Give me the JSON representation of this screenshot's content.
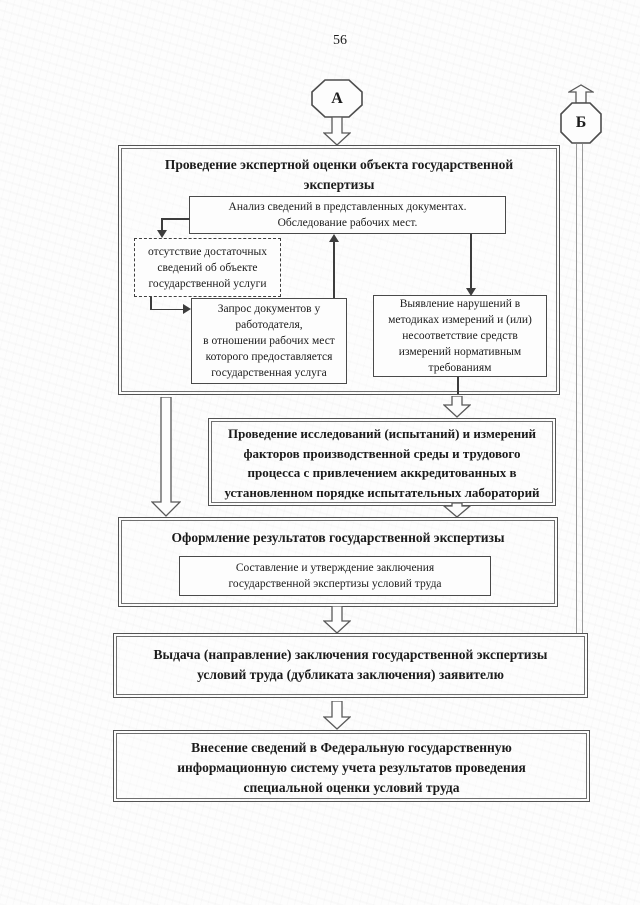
{
  "page": {
    "number": "56"
  },
  "colors": {
    "ink": "#1c1c1c",
    "box_border": "#545454",
    "connector": "#3d3d3d",
    "offpage_line": "#9a9a9a",
    "paper": "#fdfdfd"
  },
  "connectors": {
    "a_label": "А",
    "b_label": "Б"
  },
  "flow": {
    "expert_evaluation": {
      "title": "Проведение экспертной оценки объекта государственной\nэкспертизы",
      "analysis": "Анализ сведений в представленных документах.\nОбследование рабочих мест.",
      "insufficient_info": "отсутствие достаточных\nсведений об объекте\nгосударственной услуги",
      "document_request": "Запрос документов у\nработодателя,\nв отношении рабочих мест\nкоторого предоставляется\nгосударственная услуга",
      "violations": "Выявление нарушений в\nметодиках измерений и (или)\nнесоответствие средств\nизмерений нормативным\nтребованиям"
    },
    "research": "Проведение исследований (испытаний) и измерений\nфакторов производственной среды и трудового\nпроцесса с привлечением аккредитованных в\nустановленном порядке испытательных лабораторий",
    "results": {
      "title": "Оформление результатов государственной экспертизы",
      "conclusion": "Составление и утверждение заключения\nгосударственной экспертизы условий труда"
    },
    "issuance": "Выдача (направление) заключения государственной экспертизы\nусловий труда (дубликата заключения) заявителю",
    "fgis_entry": "Внесение сведений в Федеральную государственную\nинформационную систему учета результатов проведения\nспециальной оценки условий труда"
  }
}
